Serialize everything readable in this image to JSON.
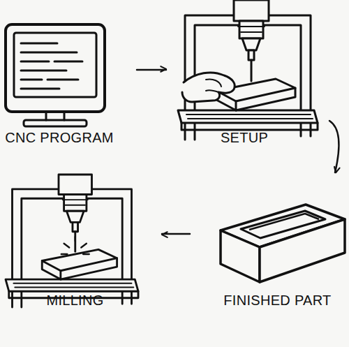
{
  "diagram": {
    "nodes": [
      {
        "text": [
          "CNC PROGRAM"
        ]
      },
      {
        "text": [
          "SETUP"
        ]
      },
      {
        "text": [
          "MILLING"
        ]
      },
      {
        "text": [
          "FINISHED PART"
        ]
      }
    ],
    "edges": [
      {
        "from": 0,
        "to": 1,
        "arrow": "to"
      },
      {
        "from": 1,
        "to": 3,
        "arrow": "to"
      },
      {
        "from": 3,
        "to": 2,
        "arrow": "to"
      }
    ]
  }
}
